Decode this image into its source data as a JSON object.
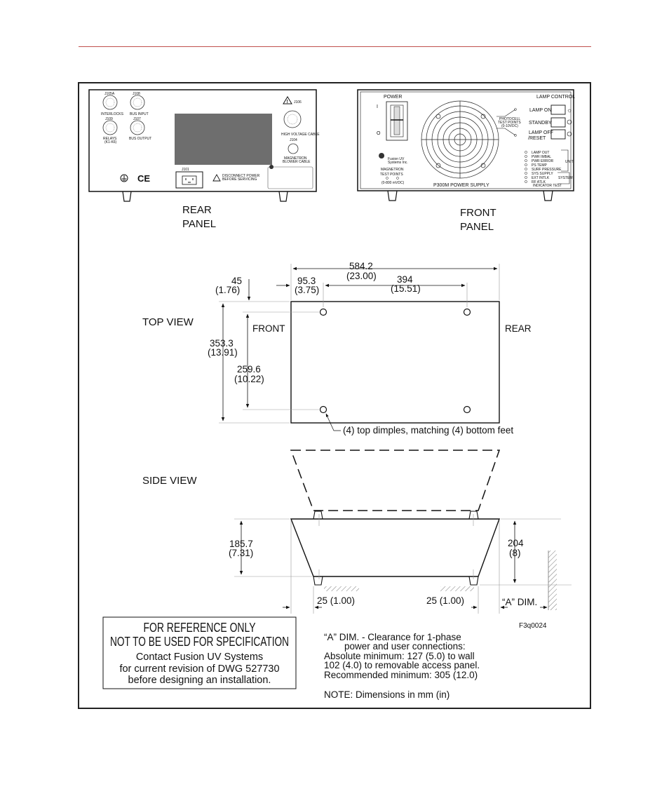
{
  "colors": {
    "header_rule": "#c0504d",
    "panel_fill": "#6e6e6e",
    "ink": "#111111"
  },
  "rear_panel": {
    "label_line1": "REAR",
    "label_line2": "PANEL",
    "connectors": [
      "J105A",
      "J108",
      "J109",
      "J107"
    ],
    "connector_labels": [
      "INTERLOCKS",
      "BUS INPUT",
      "RELAYS",
      "BUS OUTPUT"
    ],
    "relays_sub": "(K1-K6)",
    "j106": "J106",
    "hv_cable": "HIGH VOLTAGE CABLE",
    "j104": "J104",
    "blower_cable_1": "MAGNETRON",
    "blower_cable_2": "BLOWER CABLE",
    "j101": "J101",
    "warning_1": "DISCONNECT POWER",
    "warning_2": "BEFORE SERVICING",
    "ce": "CE",
    "ground_icon": "ground-icon"
  },
  "front_panel": {
    "label_line1": "FRONT",
    "label_line2": "PANEL",
    "power": "POWER",
    "pos_on": "I",
    "pos_off": "O",
    "lamp_control": "LAMP   CONTROL",
    "lamp_on": "LAMP  ON",
    "standby": "STANDBY",
    "lamp_off_1": "LAMP  OFF",
    "lamp_off_2": "/RESET",
    "photocell_1": "PHOTOCELL",
    "photocell_2": "TEST POINTS",
    "photocell_3": "(0-10VDC)",
    "logo_1": "Fusion UV",
    "logo_2": "Systems Inc.",
    "magnetron": "MAGNETRON",
    "test_points": "TEST   POINTS",
    "range": "(0-800   mVDC)",
    "model": "P300M   POWER   SUPPLY",
    "indicators": [
      "LAMP   OUT",
      "PWR   IMBAL",
      "PWR   ERROR",
      "PS   TEMP",
      "SURF   PRESSURE",
      "SYS   SUPPLY",
      "EXT   INTLK",
      "RF   ATLK"
    ],
    "unit": "UNIT",
    "system": "SYSTEM",
    "indicator_test": "INDICATOR   TEST"
  },
  "top_view": {
    "title": "TOP    VIEW",
    "front": "FRONT",
    "rear": "REAR",
    "dim_584_mm": "584.2",
    "dim_584_in": "(23.00)",
    "dim_95_mm": "95.3",
    "dim_95_in": "(3.75)",
    "dim_394_mm": "394",
    "dim_394_in": "(15.51)",
    "dim_45_mm": "45",
    "dim_45_in": "(1.76)",
    "dim_353_mm": "353.3",
    "dim_353_in": "(13.91)",
    "dim_259_mm": "259.6",
    "dim_259_in": "(10.22)",
    "dimples_note": "(4)   top   dimples,   matching   (4)   bottom   feet"
  },
  "side_view": {
    "title": "SIDE    VIEW",
    "dim_185_mm": "185.7",
    "dim_185_in": "(7.31)",
    "dim_204_mm": "204",
    "dim_204_in": "(8)",
    "dim_25_left": "25    (1.00)",
    "dim_25_right": "25    (1.00)",
    "a_dim": "“A”    DIM.",
    "fig_id": "F3q0024"
  },
  "reference_box": {
    "line1": "FOR REFERENCE ONLY",
    "line2": "NOT TO BE USED FOR SPECIFICATION",
    "line3": "Contact Fusion UV Systems",
    "line4": "for current revision of DWG 527730",
    "line5": "before designing an installation."
  },
  "notes": {
    "a_line1": "“A” DIM. - Clearance for 1-phase",
    "a_line2": "power and user connections:",
    "a_line3": "Absolute minimum: 127 (5.0) to wall",
    "a_line4": "102 (4.0) to removable access panel.",
    "a_line5": "Recommended minimum: 305 (12.0)",
    "note": "NOTE: Dimensions in mm (in)"
  }
}
